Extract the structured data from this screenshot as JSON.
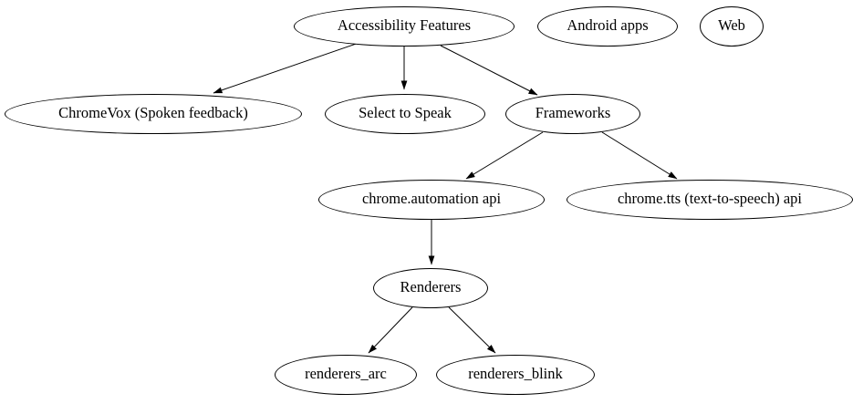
{
  "diagram": {
    "type": "directed-graph",
    "colors": {
      "background": "#ffffff",
      "node_fill": "#ffffff",
      "node_stroke": "#000000",
      "edge": "#000000",
      "text": "#000000"
    },
    "nodes": [
      {
        "id": "accessibility-features",
        "label": "Accessibility Features"
      },
      {
        "id": "android-apps",
        "label": "Android apps"
      },
      {
        "id": "web",
        "label": "Web"
      },
      {
        "id": "chromevox",
        "label": "ChromeVox (Spoken feedback)"
      },
      {
        "id": "select-to-speak",
        "label": "Select to Speak"
      },
      {
        "id": "frameworks",
        "label": "Frameworks"
      },
      {
        "id": "chrome-automation-api",
        "label": "chrome.automation api"
      },
      {
        "id": "chrome-tts-api",
        "label": "chrome.tts (text-to-speech) api"
      },
      {
        "id": "renderers",
        "label": "Renderers"
      },
      {
        "id": "renderers-arc",
        "label": "renderers_arc"
      },
      {
        "id": "renderers-blink",
        "label": "renderers_blink"
      }
    ],
    "edges": [
      {
        "from": "Accessibility Features",
        "to": "ChromeVox (Spoken feedback)"
      },
      {
        "from": "Accessibility Features",
        "to": "Select to Speak"
      },
      {
        "from": "Accessibility Features",
        "to": "Frameworks"
      },
      {
        "from": "Frameworks",
        "to": "chrome.automation api"
      },
      {
        "from": "Frameworks",
        "to": "chrome.tts (text-to-speech) api"
      },
      {
        "from": "chrome.automation api",
        "to": "Renderers"
      },
      {
        "from": "Renderers",
        "to": "renderers_arc"
      },
      {
        "from": "Renderers",
        "to": "renderers_blink"
      }
    ]
  }
}
